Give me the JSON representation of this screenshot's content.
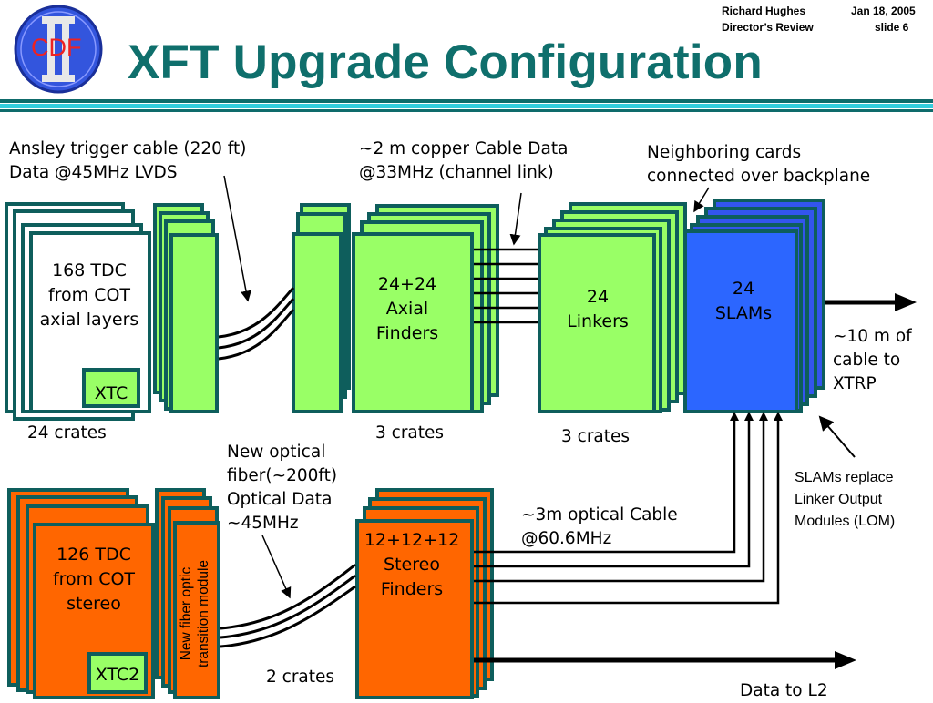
{
  "header": {
    "author": "Richard Hughes",
    "date": "Jan 18, 2005",
    "event": "Director’s  Review",
    "slide": "slide 6",
    "title": "XFT Upgrade Configuration",
    "logo_text": "CDF",
    "logo_mark": "II"
  },
  "colors": {
    "title": "#0f6f6c",
    "green": "#99ff66",
    "orange": "#ff6600",
    "blue": "#2c66ff",
    "border": "#0e5e5c",
    "stripe_teal": "#0e6b6b",
    "stripe_cyan": "#33ccdd",
    "logo_blue": "#3355dd",
    "logo_red": "#ee2222"
  },
  "annotations": {
    "ansley_line1": "Ansley trigger cable (220 ft)",
    "ansley_line2": "Data @45MHz LVDS",
    "copper_line1": "~2 m copper Cable Data",
    "copper_line2": "@33MHz (channel link)",
    "neighbor_line1": "Neighboring cards",
    "neighbor_line2": "connected over backplane",
    "optical_new_line1": "New optical",
    "optical_new_line2": "fiber(~200ft)",
    "optical_new_line3": "Optical Data",
    "optical_new_line4": "~45MHz",
    "optical_3m_line1": "~3m optical Cable",
    "optical_3m_line2": "@60.6MHz",
    "cable_xtrp_line1": "~10 m of",
    "cable_xtrp_line2": "cable to",
    "cable_xtrp_line3": "XTRP",
    "slams_replace_line1": "SLAMs replace",
    "slams_replace_line2": "Linker Output",
    "slams_replace_line3": "Modules (LOM)",
    "data_l2": "Data to L2"
  },
  "boxes": {
    "tdc_axial_line1": "168  TDC",
    "tdc_axial_line2": "from COT",
    "tdc_axial_line3": "axial layers",
    "xtc": "XTC",
    "axial_finders_line1": "24+24",
    "axial_finders_line2": "Axial",
    "axial_finders_line3": "Finders",
    "linkers_line1": "24",
    "linkers_line2": "Linkers",
    "slams_line1": "24",
    "slams_line2": "SLAMs",
    "tdc_stereo_line1": "126  TDC",
    "tdc_stereo_line2": "from COT",
    "tdc_stereo_line3": "stereo",
    "xtc2": "XTC2",
    "fiber_module_line1": "New fiber optic",
    "fiber_module_line2": "transition module",
    "stereo_finders_line1": "12+12+12",
    "stereo_finders_line2": "Stereo",
    "stereo_finders_line3": "Finders"
  },
  "crates": {
    "tdc_axial": "24 crates",
    "axial_finders": "3 crates",
    "linkers": "3 crates",
    "stereo_finders": "2 crates"
  }
}
